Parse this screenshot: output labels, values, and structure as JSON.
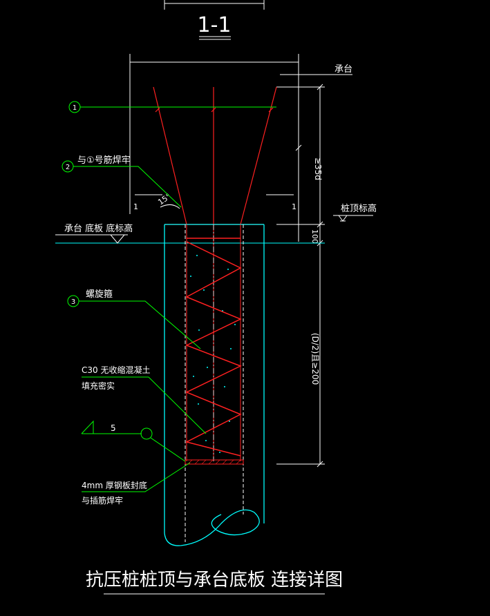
{
  "section": {
    "label": "1-1"
  },
  "labels": {
    "cap": "承台",
    "pile_top_elev": "桩顶标高",
    "cap_bottom_elev": "承台 底板 底标高",
    "weld_note": "与①号筋焊牢",
    "spiral": "螺旋箍",
    "concrete_line1": "C30   无收缩混凝土",
    "concrete_line2": "填充密实",
    "plate_line1": "4mm    厚钢板封底",
    "plate_line2": "与插筋焊牢",
    "weld_size": "5",
    "angle": "15°",
    "section_mark_left": "1",
    "section_mark_right": "1"
  },
  "dimensions": {
    "anchorage": "≥35d",
    "embed": "100",
    "depth": "(D/2)且≥200"
  },
  "callouts": [
    "1",
    "2",
    "3"
  ],
  "title": "抗压桩桩顶与承台底板 连接详图",
  "colors": {
    "pile": "#00ffff",
    "rebar": "#ff2020",
    "leader": "#00ff00",
    "text": "#ffffff",
    "dimension": "#ffffff"
  }
}
